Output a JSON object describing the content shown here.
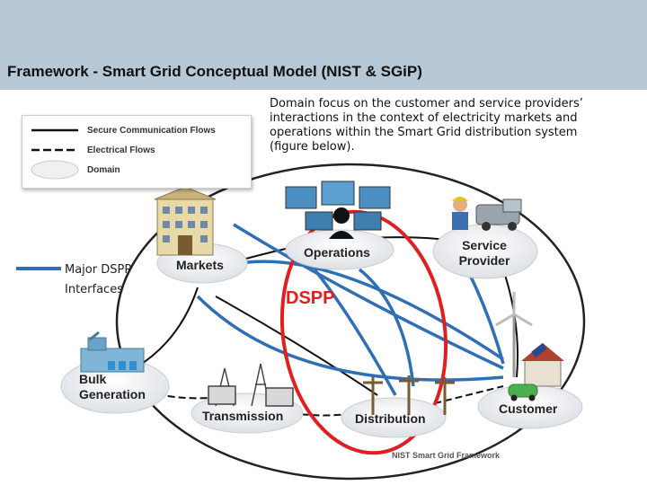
{
  "header": {
    "title": "Framework - Smart Grid Conceptual Model (NIST & SGiP)"
  },
  "description": {
    "lines": [
      "Domain focus on the customer and service providers’",
      "interactions in the context of electricity markets and",
      "operations within the Smart Grid distribution system",
      "(figure below)."
    ]
  },
  "legend": {
    "secure_flows": "Secure Communication Flows",
    "electrical_flows": "Electrical Flows",
    "domain": "Domain"
  },
  "dspp_legend": {
    "line1": "Major DSPP",
    "line2": "Interfaces"
  },
  "domains": {
    "markets": "Markets",
    "operations": "Operations",
    "service_provider_line1": "Service",
    "service_provider_line2": "Provider",
    "bulk_line1": "Bulk",
    "bulk_line2": "Generation",
    "transmission": "Transmission",
    "distribution": "Distribution",
    "customer": "Customer"
  },
  "dspp_label": "DSPP",
  "figure_caption": "NIST Smart Grid Framework",
  "colors": {
    "header_band": "#b6c7d6",
    "dspp_ring": "#e02020",
    "dspp_interface": "#2f6fb6",
    "domain_cloud": "#eef0f2"
  }
}
